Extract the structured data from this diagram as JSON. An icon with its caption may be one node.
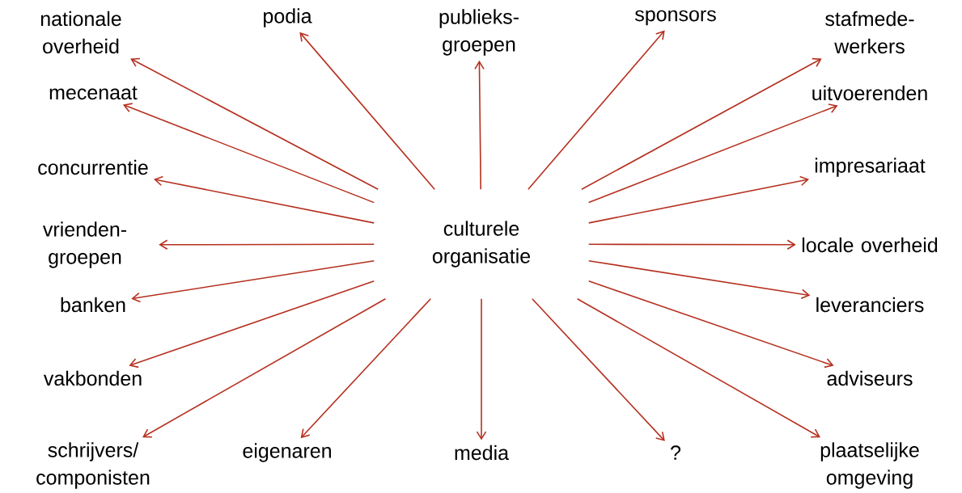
{
  "diagram": {
    "nodes": [
      {
        "text": [
          "culturele organisatie"
        ]
      },
      {
        "text": [
          "nationale overheid"
        ]
      },
      {
        "text": [
          "podia"
        ]
      },
      {
        "text": [
          "publieks- groepen"
        ]
      },
      {
        "text": [
          "sponsors"
        ]
      },
      {
        "text": [
          "stafmede- werkers"
        ]
      },
      {
        "text": [
          "mecenaat"
        ]
      },
      {
        "text": [
          "uitvoerenden"
        ]
      },
      {
        "text": [
          "concurrentie"
        ]
      },
      {
        "text": [
          "impresariaat"
        ]
      },
      {
        "text": [
          "vrienden- groepen"
        ]
      },
      {
        "text": [
          "locale overheid"
        ]
      },
      {
        "text": [
          "banken"
        ]
      },
      {
        "text": [
          "leveranciers"
        ]
      },
      {
        "text": [
          "vakbonden"
        ]
      },
      {
        "text": [
          "adviseurs"
        ]
      },
      {
        "text": [
          "schrijvers/ componisten"
        ]
      },
      {
        "text": [
          "eigenaren"
        ]
      },
      {
        "text": [
          "media"
        ]
      },
      {
        "text": [
          "?"
        ]
      },
      {
        "text": [
          "plaatselijke omgeving"
        ]
      }
    ],
    "edges": [
      {
        "from": 0,
        "to": 1,
        "arrow": "to"
      },
      {
        "from": 0,
        "to": 2,
        "arrow": "to"
      },
      {
        "from": 0,
        "to": 3,
        "arrow": "to"
      },
      {
        "from": 0,
        "to": 4,
        "arrow": "to"
      },
      {
        "from": 0,
        "to": 5,
        "arrow": "to"
      },
      {
        "from": 0,
        "to": 6,
        "arrow": "to"
      },
      {
        "from": 0,
        "to": 7,
        "arrow": "to"
      },
      {
        "from": 0,
        "to": 8,
        "arrow": "to"
      },
      {
        "from": 0,
        "to": 9,
        "arrow": "to"
      },
      {
        "from": 0,
        "to": 10,
        "arrow": "to"
      },
      {
        "from": 0,
        "to": 11,
        "arrow": "to"
      },
      {
        "from": 0,
        "to": 12,
        "arrow": "to"
      },
      {
        "from": 0,
        "to": 13,
        "arrow": "to"
      },
      {
        "from": 0,
        "to": 14,
        "arrow": "to"
      },
      {
        "from": 0,
        "to": 15,
        "arrow": "to"
      },
      {
        "from": 0,
        "to": 16,
        "arrow": "to"
      },
      {
        "from": 0,
        "to": 17,
        "arrow": "to"
      },
      {
        "from": 0,
        "to": 18,
        "arrow": "to"
      },
      {
        "from": 0,
        "to": 19,
        "arrow": "to"
      },
      {
        "from": 0,
        "to": 20,
        "arrow": "to"
      }
    ]
  }
}
